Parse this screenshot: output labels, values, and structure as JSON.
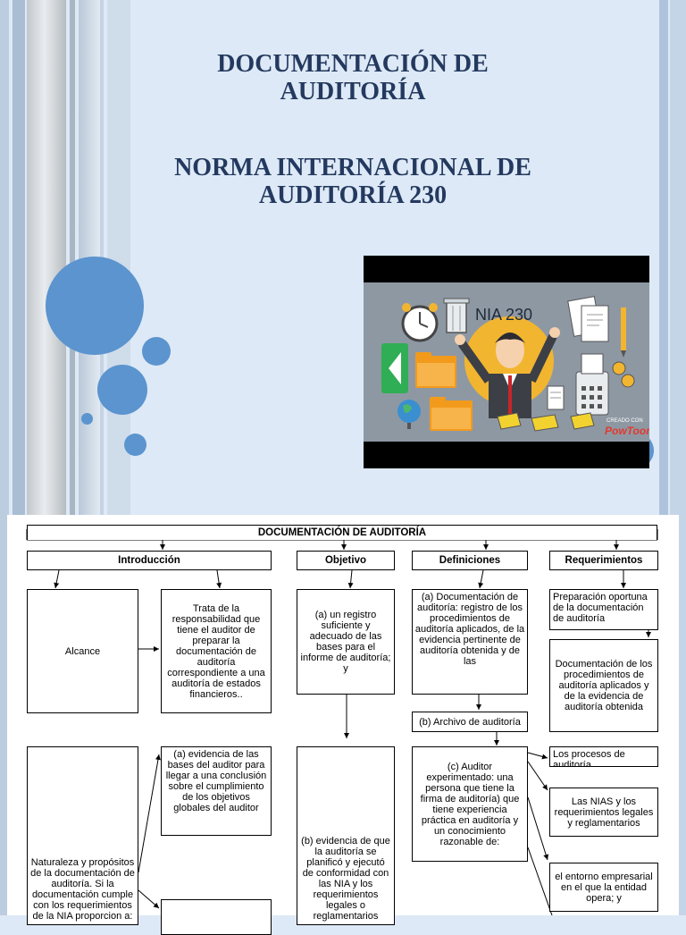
{
  "slide": {
    "title_line1": "DOCUMENTACIÓN DE",
    "title_line2": "AUDITORÍA",
    "subtitle_line1": "NORMA INTERNACIONAL DE",
    "subtitle_line2": "AUDITORÍA 230"
  },
  "video": {
    "label": "NIA 230",
    "brand_small": "CREADO CON",
    "brand": "PowToon"
  },
  "diagram": {
    "title": "DOCUMENTACIÓN DE AUDITORÍA",
    "headers": {
      "intro": "Introducción",
      "objective": "Objetivo",
      "definitions": "Definiciones",
      "requirements": "Requerimientos"
    },
    "alcance": "Alcance",
    "alcance_desc": "Trata de la responsabilidad que tiene el auditor de preparar la documentación de auditoría correspondiente a una auditoría de estados financieros..",
    "naturaleza": "Naturaleza y propósitos de la documentación de auditoría. Si la documentación cumple con los requerimientos de la NIA proporcion a:",
    "evidencia_a": "(a) evidencia de las bases del auditor para llegar a una conclusión sobre el cumplimiento de los objetivos globales del auditor",
    "objetivo_a": "(a) un registro suficiente y adecuado de las bases para el informe de auditoría; y",
    "objetivo_b": "(b) evidencia de que la auditoría se planificó y ejecutó de conformidad con las NIA y los requerimientos legales o reglamentarios",
    "def_a": "(a) Documentación de auditoría: registro de los procedimientos de auditoría aplicados, de la evidencia pertinente de auditoría obtenida y de las",
    "def_b": "(b) Archivo de auditoría",
    "def_c": "(c) Auditor experimentado: una persona que tiene la firma de auditoría) que tiene experiencia práctica en auditoría y un conocimiento razonable de:",
    "req_1": "Preparación oportuna de la documentación de auditoría",
    "req_2": "Documentación de los procedimientos de auditoría aplicados y de la evidencia de auditoría obtenida",
    "req_3": "Los procesos de auditoría",
    "req_4": "Las NIAS y los requerimientos legales y reglamentarios",
    "req_5": "el entorno empresarial en el que la entidad opera; y"
  }
}
